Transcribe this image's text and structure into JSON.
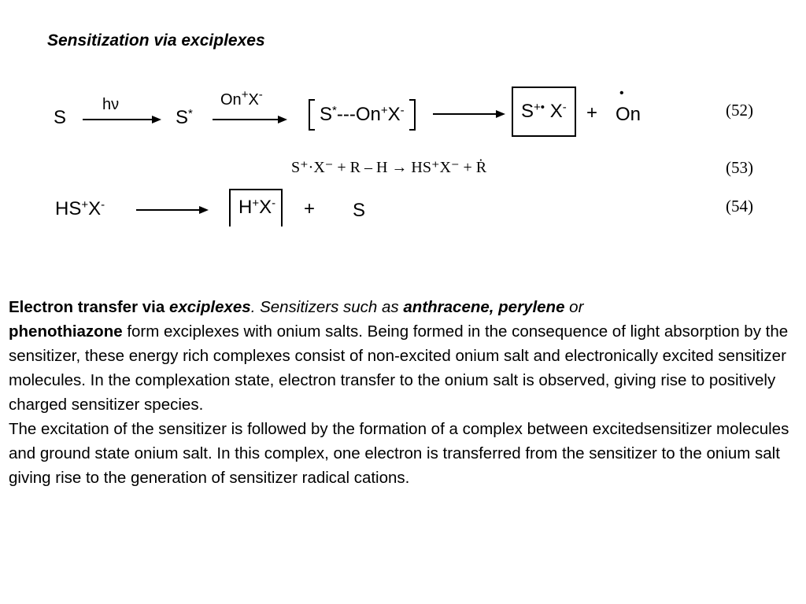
{
  "title": "Sensitization via exciplexes",
  "eq52": {
    "reactant": "S",
    "arrow1_label": "hν",
    "excited": "S",
    "excited_sup": "*",
    "arrow2_label_main": "On",
    "arrow2_label_sup": "+",
    "arrow2_label_anion": "X",
    "arrow2_label_anion_sup": "-",
    "complex_s": "S",
    "complex_s_sup": "*",
    "complex_dash": "---On",
    "complex_on_sup": "+",
    "complex_x": "X",
    "complex_x_sup": "-",
    "product_s": "S",
    "product_s_sup": "+•",
    "product_x": "X",
    "product_x_sup": "-",
    "plus": "+",
    "radical": "On",
    "radical_dot": "•",
    "number": "(52)"
  },
  "eq53": {
    "text": "S⁺·X⁻ + R – H → HS⁺X⁻ + Ṙ",
    "number": "(53)"
  },
  "eq54": {
    "reactant_hs": "HS",
    "reactant_hs_sup": "+",
    "reactant_x": "X",
    "reactant_x_sup": "-",
    "box_h": "H",
    "box_h_sup": "+",
    "box_x": "X",
    "box_x_sup": "-",
    "plus": "+",
    "product": "S",
    "number": "(54)"
  },
  "paragraph": {
    "p1_bold1": "Electron transfer via ",
    "p1_bolditalic1": "exciplexes",
    "p1_italic1": ". Sensitizers such as ",
    "p1_bolditalic2": "anthracene, perylene",
    "p1_italic2": " or",
    "p1_bold2": "phenothiazone",
    "p1_rest": " form exciplexes with onium salts. Being formed in the consequence of light absorption by the sensitizer, these energy rich complexes consist of non-excited onium salt and electronically excited sensitizer molecules. In the complexation state, electron transfer to the onium salt is observed, giving rise to positively charged sensitizer species.",
    "p2": "The excitation of the sensitizer is followed by the formation of a complex between excitedsensitizer molecules and ground state onium salt. In this complex, one electron is transferred from the sensitizer to the onium salt giving rise to the generation of sensitizer radical cations."
  }
}
